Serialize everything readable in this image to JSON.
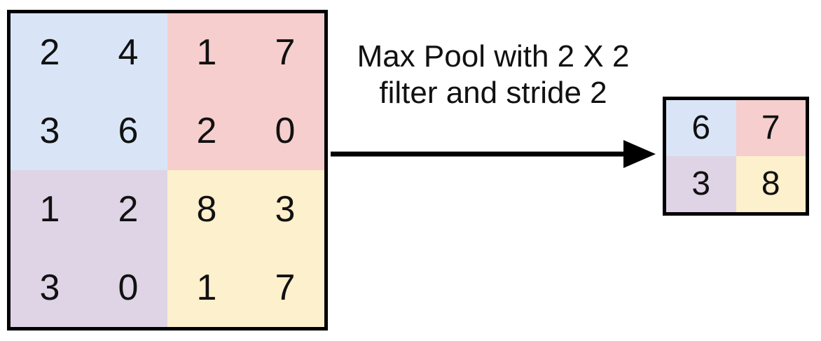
{
  "colors": {
    "quad-blue": "#d9e5f7",
    "quad-red": "#f6cecd",
    "quad-purple": "#ded4e6",
    "quad-yellow": "#fdf0cc",
    "border": "#000000",
    "arrow": "#000000"
  },
  "label": {
    "line1": "Max Pool with 2 X 2",
    "line2": "filter and stride 2"
  },
  "input_grid": {
    "cells": [
      [
        "2",
        "4",
        "1",
        "7"
      ],
      [
        "3",
        "6",
        "2",
        "0"
      ],
      [
        "1",
        "2",
        "8",
        "3"
      ],
      [
        "3",
        "0",
        "1",
        "7"
      ]
    ]
  },
  "output_grid": {
    "cells": [
      [
        "6",
        "7"
      ],
      [
        "3",
        "8"
      ]
    ]
  }
}
